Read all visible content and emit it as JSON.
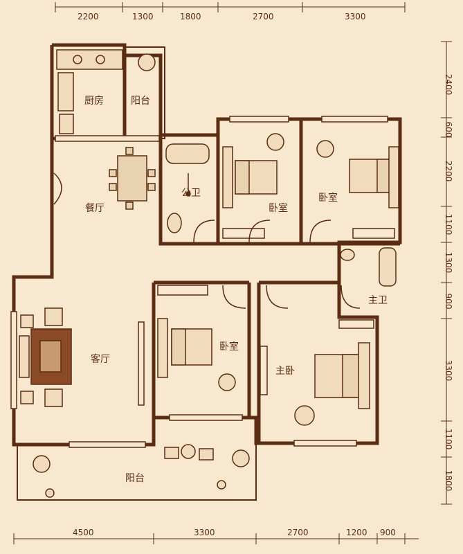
{
  "rooms": {
    "kitchen": "厨房",
    "balcony_top": "阳台",
    "dining": "餐厅",
    "public_bath": "公卫",
    "bedroom_1": "卧室",
    "bedroom_2": "卧室",
    "master_bath": "主卫",
    "living": "客厅",
    "bedroom_3": "卧室",
    "master_bedroom": "主卧",
    "balcony_bottom": "阳台"
  },
  "dimensions": {
    "top": [
      "2200",
      "1300",
      "1800",
      "2700",
      "3300"
    ],
    "bottom": [
      "4500",
      "3300",
      "2700",
      "1200",
      "900"
    ],
    "right": [
      "2400",
      "600",
      "2200",
      "1100",
      "1300",
      "900",
      "3300",
      "1100",
      "1800"
    ]
  },
  "colors": {
    "background": "#f7e8cf",
    "wall": "#5a2c12",
    "accent": "#b8a5a0"
  }
}
